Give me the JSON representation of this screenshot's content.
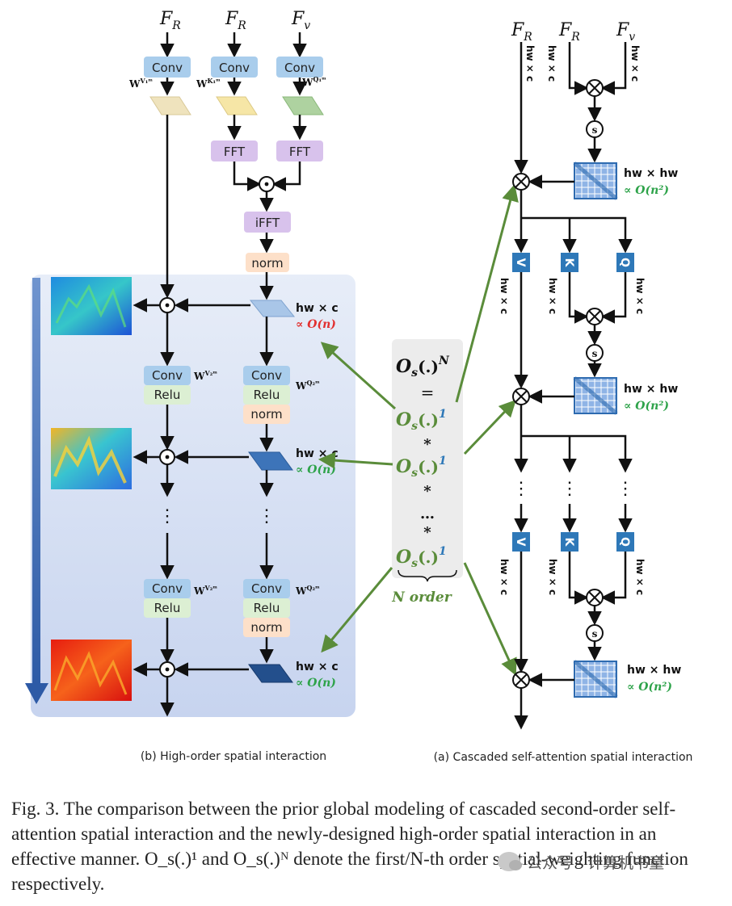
{
  "panel_b": {
    "caption": "(b) High-order spatial interaction",
    "inputs": {
      "fr1": "F",
      "fr1_sub": "R",
      "fr2": "F",
      "fr2_sub": "R",
      "fv": "F",
      "fv_sub": "v"
    },
    "conv": "Conv",
    "relu": "Relu",
    "norm": "norm",
    "fft": "FFT",
    "ifft": "iFFT",
    "w_v1": "W",
    "w_v1_sup": "V₁ᵐ",
    "w_k1": "W",
    "w_k1_sup": "K₁ᵐ",
    "w_q1": "W",
    "w_q1_sup": "Q₁ᵐ",
    "w_v2": "W",
    "w_v2_sup": "V₂ᵐ",
    "w_q2": "W",
    "w_q2_sup": "Q₂ᵐ",
    "dim": "hw × c",
    "complexity_first": "∝ O(n)",
    "complexity_mid": "∝ O(n)",
    "complexity_last": "∝ O(n)",
    "dots": "⋮"
  },
  "center": {
    "os_n": "O",
    "os_n_sub": "s",
    "os_n_arg": "(.)",
    "os_n_sup": "N",
    "eq": "=",
    "os1": "O",
    "os1_sub": "s",
    "os1_arg": "(.)",
    "os1_sup": "1",
    "star": "*",
    "ellipsis": "…",
    "n_order": "N order"
  },
  "panel_a": {
    "caption": "(a) Cascaded self-attention spatial interaction",
    "inputs": {
      "fr1": "F",
      "fr1_sub": "R",
      "fr2": "F",
      "fr2_sub": "R",
      "fv": "F",
      "fv_sub": "v"
    },
    "dim": "hw × c",
    "attn_dim": "hw × hw",
    "complexity": "∝ O(n²)",
    "v": "V",
    "k": "K",
    "q": "Q",
    "softmax": "s",
    "dots": "⋮"
  },
  "caption": {
    "text": "Fig. 3.     The comparison between the prior global modeling of cascaded second-order self-attention spatial interaction and the newly-designed high-order spatial interaction in an effective manner. O_s(.)¹ and O_s(.)ᴺ denote the first/N-th order spatial-weighting function respectively."
  },
  "watermark": {
    "text": "公众号 · 计算机书童"
  },
  "colors": {
    "conv": "#a9cdec",
    "relu": "#dcefd3",
    "norm": "#fde0c9",
    "fft": "#d8c2ec",
    "vkq": "#2e78b8",
    "attn": "#4a8bd0",
    "arrow_green": "#5a8c3a",
    "highlight_green": "#2ea34a",
    "highlight_red": "#e23030",
    "panel_bg": "#dde6f6",
    "center_bg": "#ececec"
  }
}
